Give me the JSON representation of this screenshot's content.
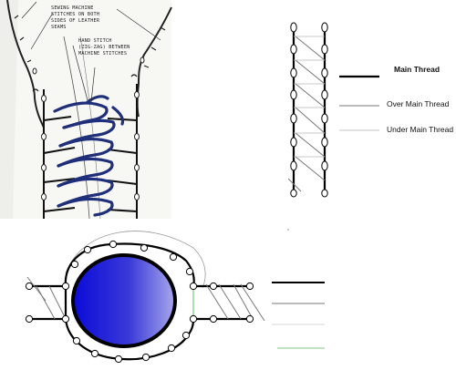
{
  "sketch": {
    "note1_line1": "SEWING MACHINE",
    "note1_line2": "STITCHES ON BOTH",
    "note1_line3": "SIDES OF LEATHER",
    "note1_line4": "SEAMS",
    "note2_line1": "HAND STITCH",
    "note2_line2": "(ZIG-ZAG) BETWEEN",
    "note2_line3": "MACHINE STITCHES"
  },
  "legend": {
    "main_thread": "Main Thread",
    "over_main_thread": "Over Main Thread",
    "under_main_thread": "Under Main Thread"
  },
  "colors": {
    "main_thread": "#000000",
    "over_thread": "#777777",
    "under_thread": "#9aa49a",
    "under_thread_green": "#7fc87f",
    "blue_fill_dark": "#0a0ad8",
    "blue_fill_light": "#9a9ae8",
    "sketch_blue": "#1f2f7a"
  }
}
